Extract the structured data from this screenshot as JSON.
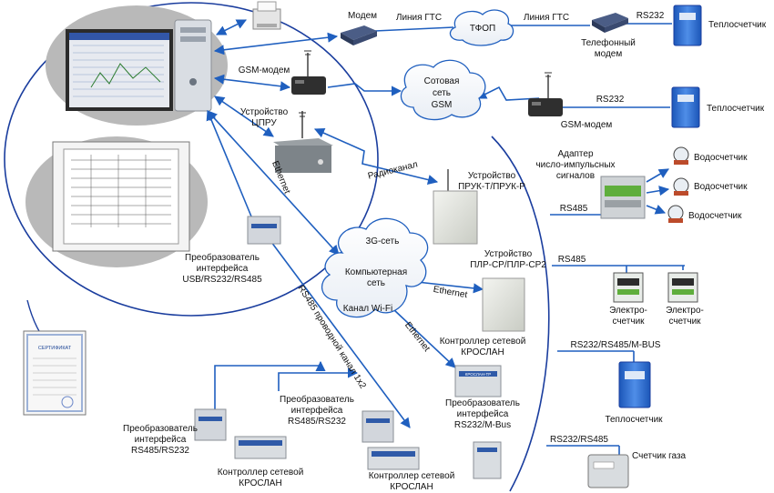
{
  "diagram": {
    "nodes": {
      "modem": "Модем",
      "line_gts_1": "Линия ГТС",
      "tfop": "ТФОП",
      "line_gts_2": "Линия ГТС",
      "phone_modem": [
        "Телефонный",
        "модем"
      ],
      "rs232_top": "RS232",
      "heat_meter_1": "Теплосчетчик",
      "gsm_modem_1": "GSM-модем",
      "cellular": [
        "Сотовая",
        "сеть",
        "GSM"
      ],
      "rs232_gsm": "RS232",
      "gsm_modem_2": "GSM-модем",
      "heat_meter_2": "Теплосчетчик",
      "cpru": [
        "Устройство",
        "ЦПРУ"
      ],
      "radio_channel": "Радиоканал",
      "pruk": [
        "Устройство",
        "ПРУК-Т/ПРУК-Р"
      ],
      "ethernet_1": "Ethernet",
      "adapter": [
        "Адаптер",
        "число-импульсных",
        "сигналов"
      ],
      "water_meter_1": "Водосчетчик",
      "water_meter_2": "Водосчетчик",
      "water_meter_3": "Водосчетчик",
      "rs485_1": "RS485",
      "net_3g": "3G-сеть",
      "computer_net": [
        "Компьютерная",
        "сеть"
      ],
      "wifi": "Канал Wi-Fi",
      "converter_usb": [
        "Преобразователь",
        "интерфейса",
        "USB/RS232/RS485"
      ],
      "plr": [
        "Устройство",
        "ПЛР-СР/ПЛР-СР2"
      ],
      "ethernet_2": "Ethernet",
      "rs485_2": "RS485",
      "electro_1": [
        "Электро-",
        "счетчик"
      ],
      "electro_2": [
        "Электро-",
        "счетчик"
      ],
      "ethernet_3": "Ethernet",
      "kroslan_ctrl_1": [
        "Контроллер сетевой",
        "КРОСЛАН"
      ],
      "rs485_wire": "RS485 проводной канал 1x2",
      "bus_m": "RS232/RS485/M-BUS",
      "heat_meter_3": "Теплосчетчик",
      "converter_mbus": [
        "Преобразователь",
        "интерфейса",
        "RS232/M-Bus"
      ],
      "converter_485_a": [
        "Преобразователь",
        "интерфейса",
        "RS485/RS232"
      ],
      "converter_485_b": [
        "Преобразователь",
        "интерфейса",
        "RS485/RS232"
      ],
      "kroslan_ctrl_2": [
        "Контроллер сетевой",
        "КРОСЛАН"
      ],
      "kroslan_ctrl_3": [
        "Контроллер сетевой",
        "КРОСЛАН"
      ],
      "rs232_485_gas": "RS232/RS485",
      "gas_meter": "Счетчик газа",
      "certificate": "СЕРТИФИКАТ",
      "device_brand": "КРОСЛАН-ТР"
    },
    "colors": {
      "link": "#1f5fbf",
      "orbit": "#1a3d9e",
      "meter_blue": "#2f6fd6",
      "ellipse_gray": "#b9b9b9",
      "device_green": "#5fae3c"
    }
  }
}
